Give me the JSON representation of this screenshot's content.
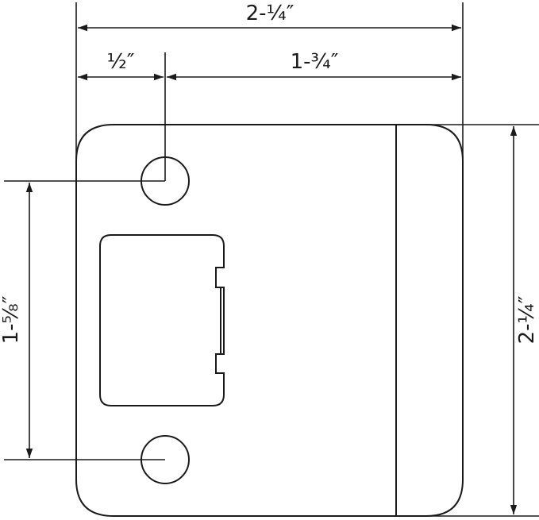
{
  "diagram": {
    "line_color": "#1a1a1a",
    "background": "#ffffff",
    "dimensions": {
      "overall_width": "2-¼″",
      "hole_offset": "½″",
      "remaining_width": "1-¾″",
      "hole_spacing": "1-⅝″",
      "overall_height": "2-¼″"
    }
  }
}
